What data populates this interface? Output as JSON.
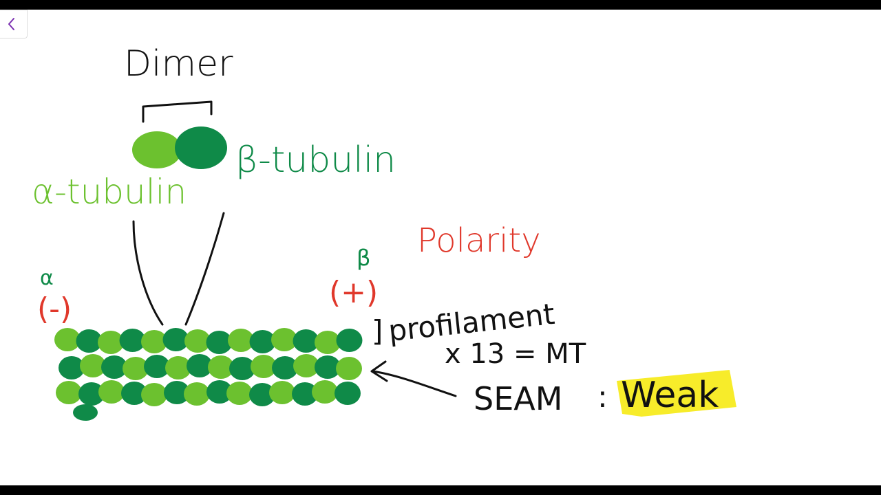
{
  "colors": {
    "ink_black": "#111111",
    "ink_red": "#e0382b",
    "light_green": "#6cc12f",
    "dark_green": "#0f8a48",
    "highlight_yellow": "#f7ec2a"
  },
  "labels": {
    "dimer": "Dimer",
    "beta_tubulin": "β-tubulin",
    "alpha_tubulin": "α-tubulin",
    "polarity": "Polarity",
    "alpha_symbol": "α",
    "minus_end": "(-)",
    "beta_symbol": "β",
    "plus_end": "(+)",
    "profilament_bracket": "]",
    "profilament": "profilament",
    "times_13": "x 13 = MT",
    "seam": "SEAM",
    "colon": ":",
    "weak": "Weak"
  },
  "icons": {
    "back": "chevron-left-icon"
  }
}
